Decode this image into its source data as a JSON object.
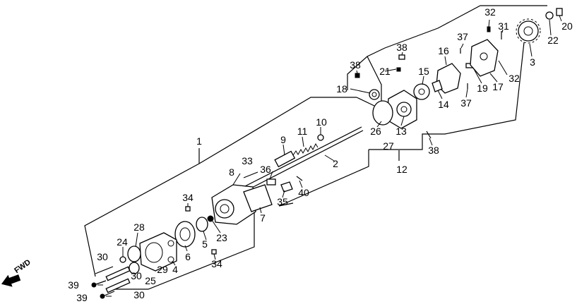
{
  "direction_label": "FWD",
  "callouts": [
    {
      "id": "c1",
      "text": "1"
    },
    {
      "id": "c2",
      "text": "2"
    },
    {
      "id": "c3",
      "text": "3"
    },
    {
      "id": "c4",
      "text": "4"
    },
    {
      "id": "c5",
      "text": "5"
    },
    {
      "id": "c6",
      "text": "6"
    },
    {
      "id": "c7",
      "text": "7"
    },
    {
      "id": "c8",
      "text": "8"
    },
    {
      "id": "c9",
      "text": "9"
    },
    {
      "id": "c10",
      "text": "10"
    },
    {
      "id": "c11",
      "text": "11"
    },
    {
      "id": "c12",
      "text": "12"
    },
    {
      "id": "c13",
      "text": "13"
    },
    {
      "id": "c14",
      "text": "14"
    },
    {
      "id": "c15",
      "text": "15"
    },
    {
      "id": "c16",
      "text": "16"
    },
    {
      "id": "c17",
      "text": "17"
    },
    {
      "id": "c18",
      "text": "18"
    },
    {
      "id": "c19",
      "text": "19"
    },
    {
      "id": "c20",
      "text": "20"
    },
    {
      "id": "c21",
      "text": "21"
    },
    {
      "id": "c22",
      "text": "22"
    },
    {
      "id": "c23",
      "text": "23"
    },
    {
      "id": "c24",
      "text": "24"
    },
    {
      "id": "c25",
      "text": "25"
    },
    {
      "id": "c26",
      "text": "26"
    },
    {
      "id": "c27",
      "text": "27"
    },
    {
      "id": "c28",
      "text": "28"
    },
    {
      "id": "c29",
      "text": "29"
    },
    {
      "id": "c30a",
      "text": "30"
    },
    {
      "id": "c30b",
      "text": "30"
    },
    {
      "id": "c30c",
      "text": "30"
    },
    {
      "id": "c31",
      "text": "31"
    },
    {
      "id": "c32a",
      "text": "32"
    },
    {
      "id": "c32b",
      "text": "32"
    },
    {
      "id": "c33",
      "text": "33"
    },
    {
      "id": "c34a",
      "text": "34"
    },
    {
      "id": "c34b",
      "text": "34"
    },
    {
      "id": "c35",
      "text": "35"
    },
    {
      "id": "c36",
      "text": "36"
    },
    {
      "id": "c37a",
      "text": "37"
    },
    {
      "id": "c37b",
      "text": "37"
    },
    {
      "id": "c38a",
      "text": "38"
    },
    {
      "id": "c38b",
      "text": "38"
    },
    {
      "id": "c38c",
      "text": "38"
    },
    {
      "id": "c39a",
      "text": "39"
    },
    {
      "id": "c39b",
      "text": "39"
    },
    {
      "id": "c40",
      "text": "40"
    }
  ]
}
